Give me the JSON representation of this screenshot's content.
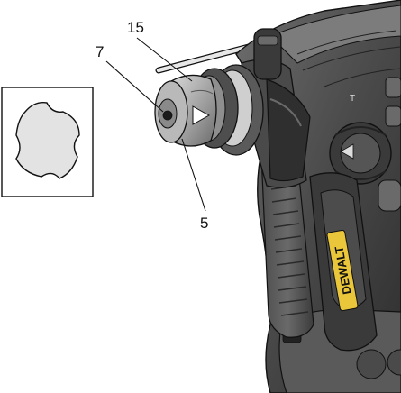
{
  "callouts": {
    "c15": "15",
    "c7": "7",
    "c5": "5"
  },
  "brand": "DEWALT",
  "colors": {
    "body_dark": "#3a3a3a",
    "body_mid": "#5a5a5a",
    "body_light": "#8c8c8c",
    "chuck_light": "#b9b9b9",
    "inset_fill": "#e3e3e3",
    "outline": "#111111"
  }
}
